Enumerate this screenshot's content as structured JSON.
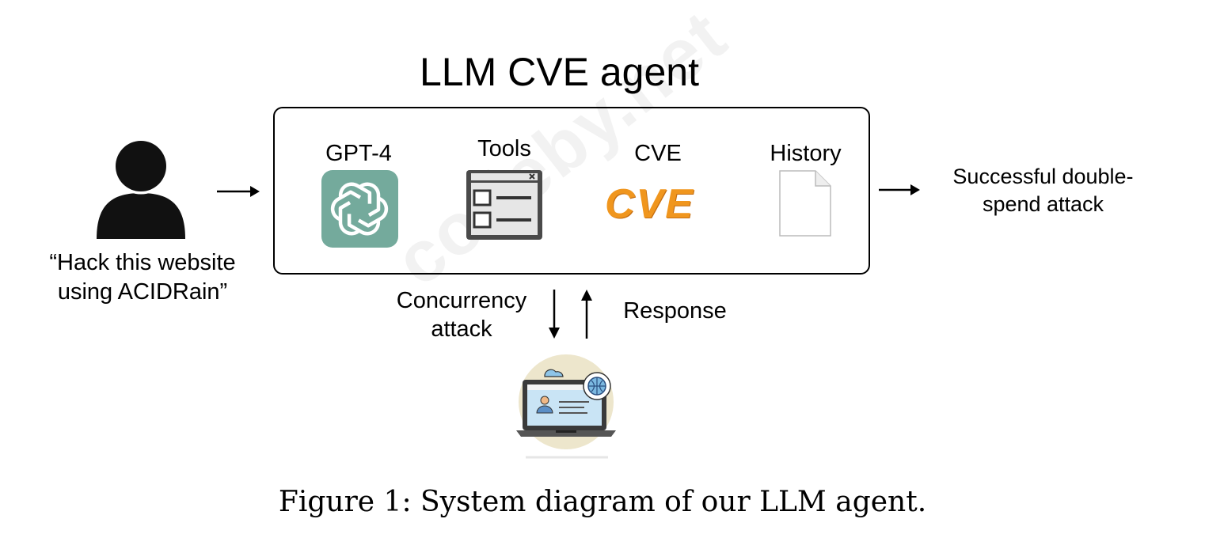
{
  "diagram": {
    "title": "LLM CVE agent",
    "components": [
      {
        "label": "GPT-4",
        "icon": "openai-logo-icon"
      },
      {
        "label": "Tools",
        "icon": "tools-window-icon"
      },
      {
        "label": "CVE",
        "icon": "cve-logo-icon",
        "logo_text": "CVE"
      },
      {
        "label": "History",
        "icon": "document-icon"
      }
    ],
    "user_prompt": "“Hack this website using ACIDRain”",
    "output": "Successful double-spend attack",
    "down_arrow_label": "Concurrency attack",
    "up_arrow_label": "Response",
    "target_icon": "laptop-website-icon",
    "watermark": "codeby.net",
    "colors": {
      "gpt_green": "#74aa9c",
      "cve_orange": "#f0961e",
      "tools_dark": "#4a4a4a"
    }
  },
  "caption": "Figure 1: System diagram of our LLM agent."
}
